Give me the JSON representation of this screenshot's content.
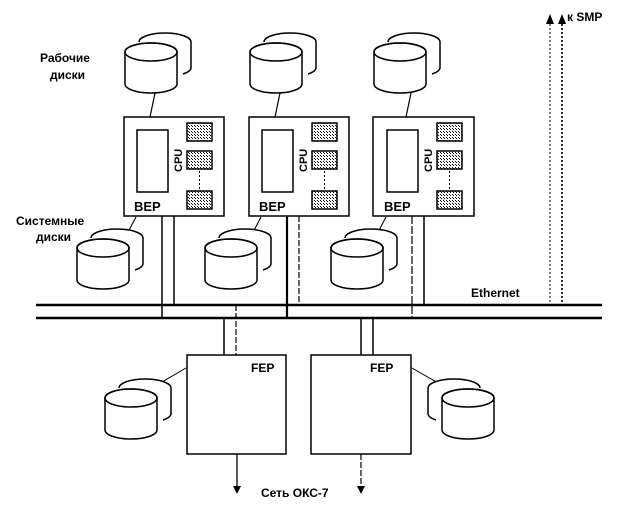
{
  "diagram": {
    "labels": {
      "work_disks": [
        "Рабочие",
        "диски"
      ],
      "system_disks": [
        "Системные",
        "диски"
      ],
      "ethernet": "Ethernet",
      "smp": "к SMP",
      "ss7_network": "Сеть ОКС-7",
      "cpu": "CPU"
    },
    "bep_nodes": [
      {
        "label": "BEP",
        "cpu_label": "CPU"
      },
      {
        "label": "BEP",
        "cpu_label": "CPU"
      },
      {
        "label": "BEP",
        "cpu_label": "CPU"
      }
    ],
    "fep_nodes": [
      {
        "label": "FEP"
      },
      {
        "label": "FEP"
      }
    ],
    "colors": {
      "stroke": "#000000",
      "background": "#ffffff",
      "cpu_fill": "#bdbdbd"
    }
  }
}
